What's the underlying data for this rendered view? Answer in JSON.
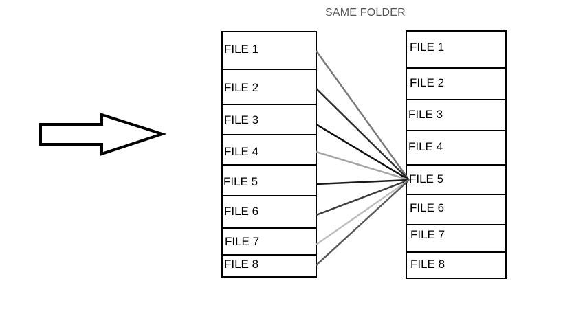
{
  "title": "SAME FOLDER",
  "left_files": [
    "FILE 1",
    "FILE 2",
    "FILE 3",
    "FILE 4",
    "FILE 5",
    "FILE 6",
    "FILE 7",
    "FILE 8"
  ],
  "right_files": [
    "FILE 1",
    "FILE 2",
    "FILE 3",
    "FILE 4",
    "FILE 5",
    "FILE 6",
    "FILE 7",
    "FILE 8"
  ],
  "target_index": 4,
  "colors": {
    "box_stroke": "#000000",
    "link_colors": [
      "#7a7a7a",
      "#2e2e2e",
      "#111111",
      "#a5a5a5",
      "#1a1a1a",
      "#3c3c3c",
      "#bdbdbd",
      "#5a5a5a"
    ]
  },
  "icons": {
    "arrow": "right-arrow-icon"
  }
}
